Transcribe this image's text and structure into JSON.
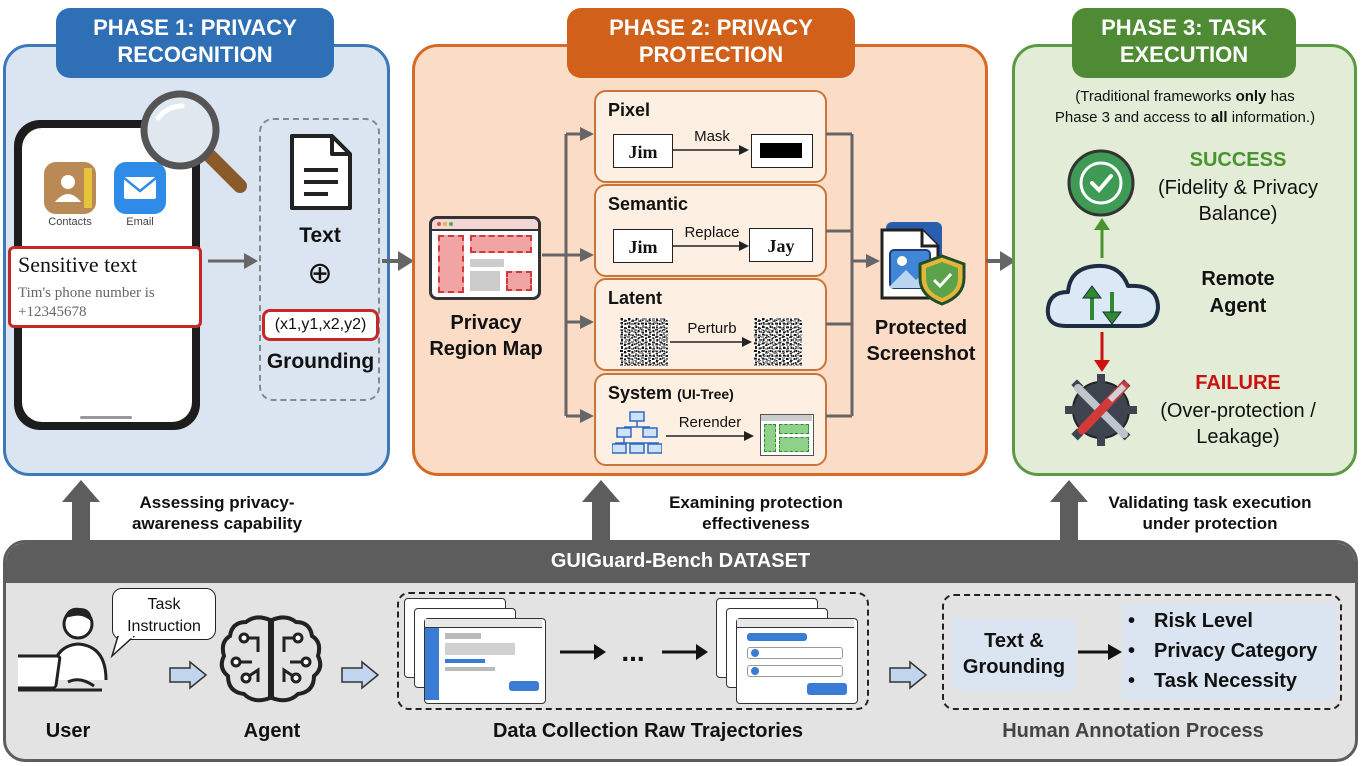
{
  "phase1": {
    "tab": "PHASE 1: PRIVACY\nRECOGNITION",
    "app_contacts": "Contacts",
    "app_email": "Email",
    "sensitive_title": "Sensitive text",
    "sensitive_body": "Tim's phone number is\n+12345678",
    "text_label": "Text",
    "plus_symbol": "⊕",
    "coords": "(x1,y1,x2,y2)",
    "grounding_label": "Grounding"
  },
  "phase2": {
    "tab": "PHASE 2: PRIVACY\nPROTECTION",
    "region_map_label": "Privacy\nRegion Map",
    "methods": {
      "pixel": {
        "name": "Pixel",
        "input": "Jim",
        "action": "Mask"
      },
      "semantic": {
        "name": "Semantic",
        "input": "Jim",
        "action": "Replace",
        "output": "Jay"
      },
      "latent": {
        "name": "Latent",
        "action": "Perturb"
      },
      "system": {
        "name": "System",
        "suffix": "(UI-Tree)",
        "action": "Rerender"
      }
    },
    "protected_label": "Protected\nScreenshot"
  },
  "phase3": {
    "tab": "PHASE 3: TASK\nEXECUTION",
    "note_part1": "(Traditional frameworks ",
    "note_only": "only",
    "note_part2": " has\nPhase 3 and access to ",
    "note_all": "all",
    "note_part3": " information.)",
    "success_title": "SUCCESS",
    "success_desc": "(Fidelity & Privacy\nBalance)",
    "agent_label": "Remote\nAgent",
    "failure_title": "FAILURE",
    "failure_desc": "(Over-protection /\nLeakage)"
  },
  "captions": {
    "phase1": "Assessing privacy-\nawareness capability",
    "phase2": "Examining protection\neffectiveness",
    "phase3": "Validating task execution\nunder protection"
  },
  "dataset": {
    "title": "GUIGuard-Bench DATASET",
    "task_bubble": "Task\nInstruction",
    "user_label": "User",
    "agent_label": "Agent",
    "ellipsis": "...",
    "collection_label": "Data Collection Raw Trajectories",
    "text_grounding": "Text &\nGrounding",
    "annotation_items": [
      "Risk Level",
      "Privacy Category",
      "Task Necessity"
    ],
    "annotation_label": "Human Annotation Process"
  },
  "colors": {
    "blue": "#2e6fb6",
    "orange": "#d0601a",
    "green": "#4f8a35",
    "success": "#4a9430",
    "failure": "#cc1111",
    "dataset_header": "#5d5d5d"
  }
}
